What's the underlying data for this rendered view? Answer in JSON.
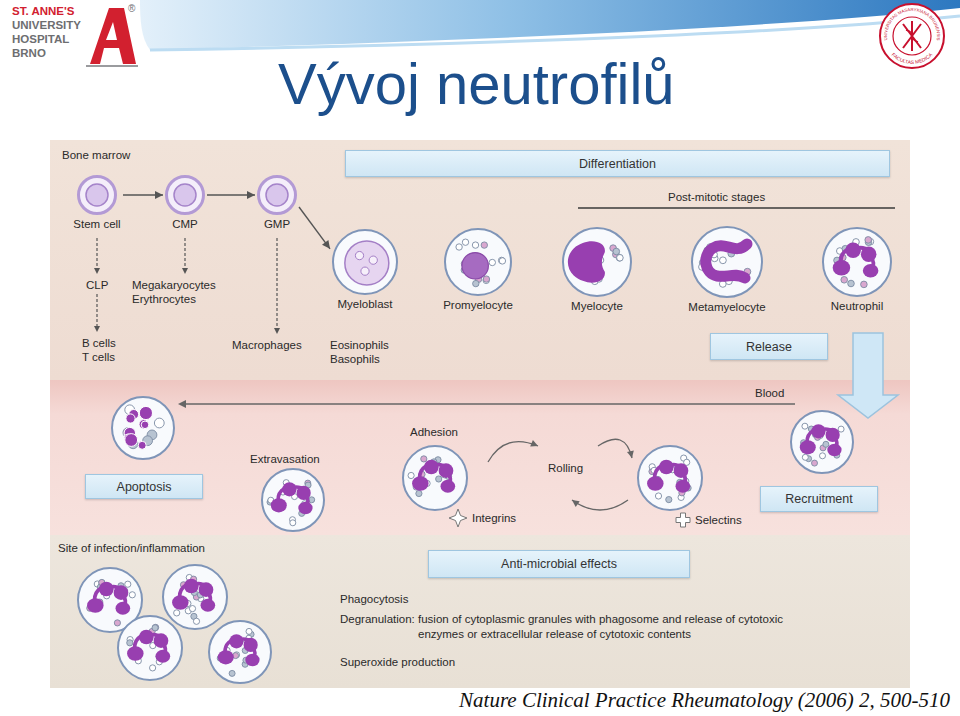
{
  "diagram": {
    "title": "Vývoj neutrofilů",
    "caption": "Nature Clinical Practice Rheumatology (2006) 2, 500-510",
    "nodes": [
      {
        "text": [
          "Bone marrow"
        ]
      },
      {
        "text": [
          "Differentiation"
        ],
        "in": 0
      },
      {
        "text": [
          "Stem cell"
        ],
        "in": 0
      },
      {
        "text": [
          "CMP"
        ],
        "in": 0
      },
      {
        "text": [
          "GMP"
        ],
        "in": 0
      },
      {
        "text": [
          "Myeloblast"
        ],
        "in": 0
      },
      {
        "text": [
          "Promyelocyte"
        ],
        "in": 0
      },
      {
        "text": [
          "Myelocyte"
        ],
        "in": 0
      },
      {
        "text": [
          "Metamyelocyte"
        ],
        "in": 0
      },
      {
        "text": [
          "Neutrophil"
        ],
        "in": 0
      },
      {
        "text": [
          "Release"
        ],
        "in": 0
      },
      {
        "text": [
          "Blood"
        ]
      },
      {
        "text": [
          "Apoptosis"
        ],
        "in": 11
      },
      {
        "text": [
          "Recruitment"
        ],
        "in": 11
      },
      {
        "text": [
          "Site of infection/inflammation"
        ]
      },
      {
        "text": [
          "Anti-microbial effects"
        ],
        "in": 14
      }
    ],
    "edges": [
      {
        "from": 2,
        "to": 3,
        "arrow": "to"
      },
      {
        "from": 3,
        "to": 4,
        "arrow": "to"
      },
      {
        "from": 4,
        "to": 5,
        "arrow": "to"
      }
    ],
    "labels": [
      "ST. ANNE'S",
      "UNIVERSITY",
      "HOSPITAL",
      "BRNO",
      "®",
      "UNIVERSITAS MASARYKIANA BRUNENSIS",
      "FACULTAS MEDICA",
      "Post-mitotic stages",
      "CLP",
      "B cells",
      "T cells",
      "Megakaryocytes",
      "Erythrocytes",
      "Macrophages",
      "Eosinophils",
      "Basophils",
      "Extravasation",
      "Adhesion",
      "Rolling",
      "Integrins",
      "Selectins",
      "Phagocytosis",
      "Degranulation: fusion of cytoplasmic granules with phagosome and release of cytotoxic enzymes or extracellular release of cytotoxic contents",
      "Superoxide production"
    ]
  }
}
